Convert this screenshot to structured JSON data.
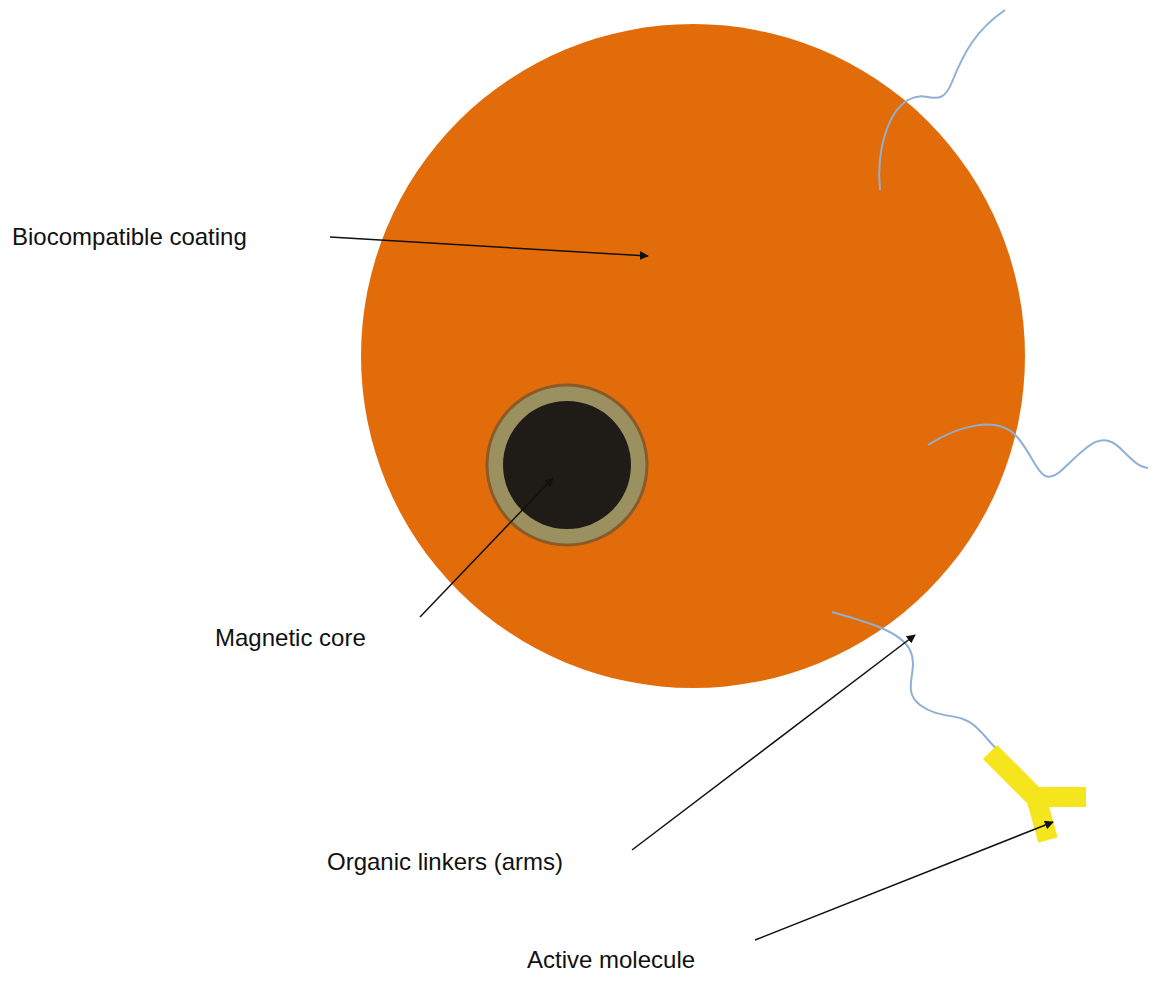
{
  "diagram": {
    "labels": [
      "Biocompatible coating",
      "Magnetic core",
      "Organic linkers (arms)",
      "Active molecule"
    ]
  }
}
